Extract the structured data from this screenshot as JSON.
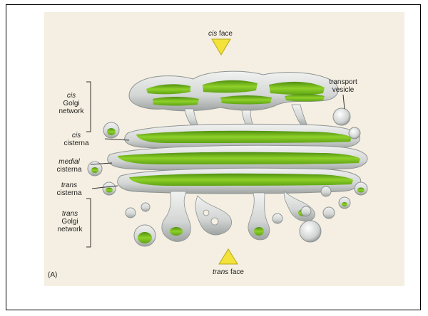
{
  "labels": {
    "cis_face_italic": "cis",
    "cis_face_rest": " face",
    "trans_face_italic": "trans",
    "trans_face_rest": " face",
    "transport_vesicle_line1": "transport",
    "transport_vesicle_line2": "vesicle",
    "cis_golgi_line1": "cis",
    "cis_golgi_line2": "Golgi",
    "cis_golgi_line3": "network",
    "cis_cisterna_line1": "cis",
    "cis_cisterna_line2": "cisterna",
    "medial_cisterna_line1": "medial",
    "medial_cisterna_line2": "cisterna",
    "trans_cisterna_line1": "trans",
    "trans_cisterna_line2": "cisterna",
    "trans_golgi_line1": "trans",
    "trans_golgi_line2": "Golgi",
    "trans_golgi_line3": "network",
    "panel_letter": "(A)"
  },
  "colors": {
    "membrane": "#d9dcda",
    "membrane_shadow": "#9ea3a1",
    "lumen": "#7cc21e",
    "lumen_dark": "#4f8f10",
    "arrow": "#f2e23a",
    "background": "#f4efe2"
  }
}
